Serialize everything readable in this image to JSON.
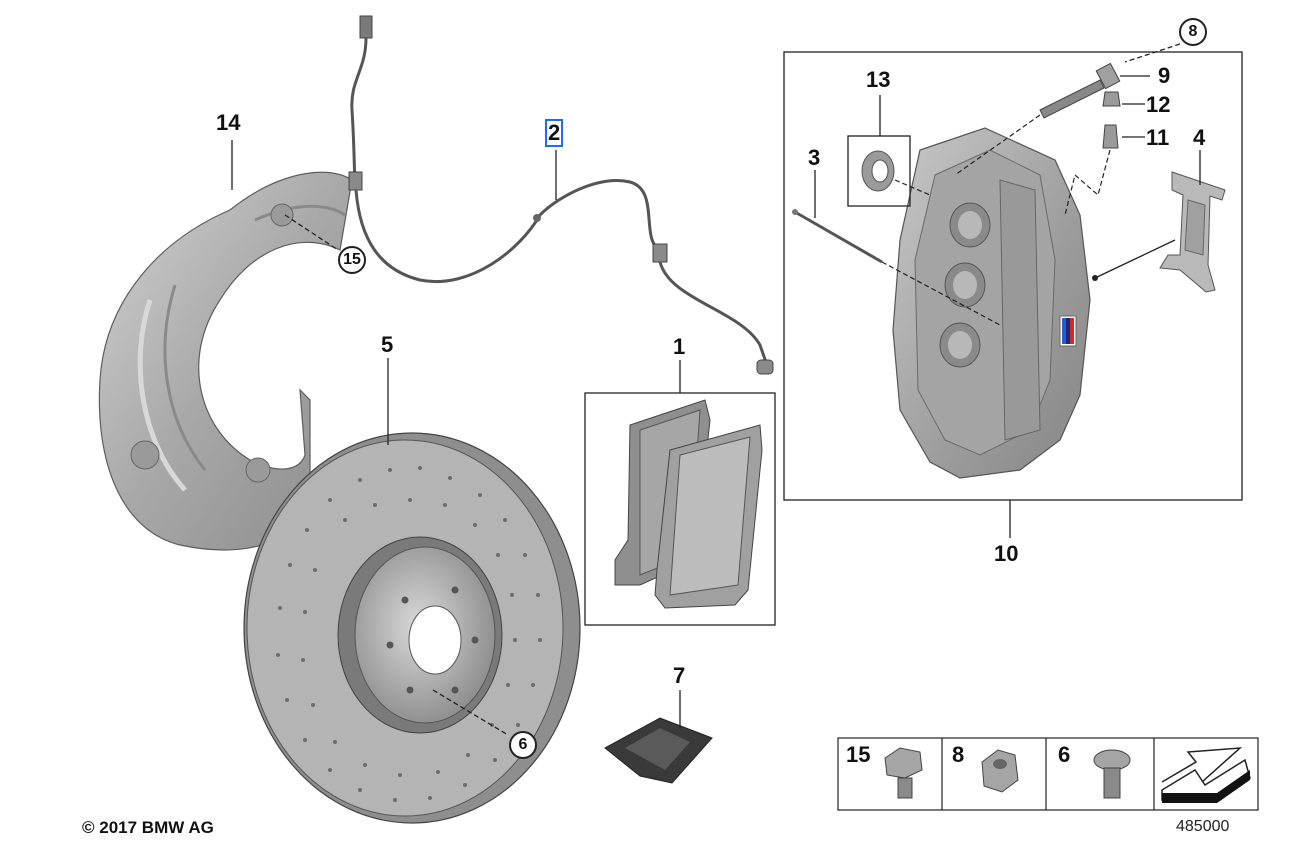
{
  "callouts": {
    "c1": "1",
    "c2": "2",
    "c3": "3",
    "c4": "4",
    "c5": "5",
    "c6": "6",
    "c7": "7",
    "c8": "8",
    "c9": "9",
    "c10": "10",
    "c11": "11",
    "c12": "12",
    "c13": "13",
    "c14": "14",
    "c15": "15"
  },
  "legend": {
    "items": [
      {
        "label": "15"
      },
      {
        "label": "8"
      },
      {
        "label": "6"
      }
    ]
  },
  "footer": {
    "copyright": "© 2017 BMW AG",
    "diagram_number": "485000"
  },
  "colors": {
    "part_fill": "#a9a9a9",
    "part_dark": "#7d7d7d",
    "part_light": "#cfcfcf",
    "selection": "#1e6fe0"
  }
}
